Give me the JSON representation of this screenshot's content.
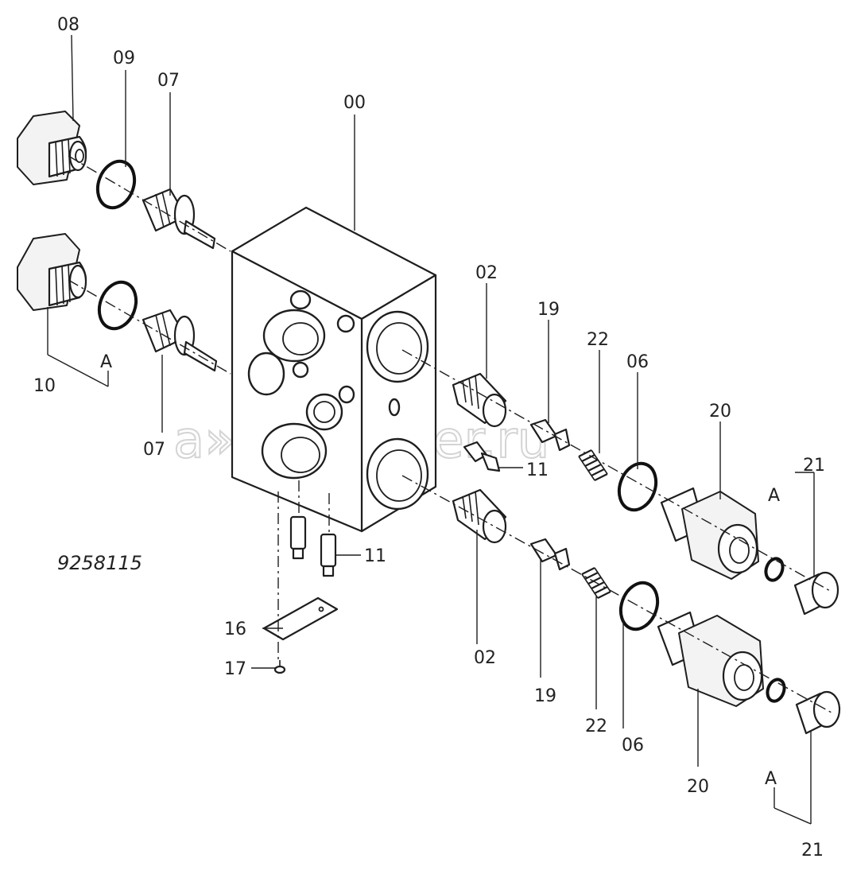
{
  "diagram": {
    "figure_number": "9258115",
    "watermark": "a» autopiter.ru",
    "labels": {
      "l08": "08",
      "l09": "09",
      "l07_top": "07",
      "l00": "00",
      "l10": "10",
      "lA_left": "A",
      "l07_bottom": "07",
      "l02_top": "02",
      "l19_top": "19",
      "l22_top": "22",
      "l06_top": "06",
      "l20_top": "20",
      "l21_top": "21",
      "lA_top_right": "A",
      "l11_right": "11",
      "l11_bottom": "11",
      "l16": "16",
      "l17": "17",
      "l02_bottom": "02",
      "l19_bottom": "19",
      "l22_bottom": "22",
      "l06_bottom": "06",
      "l20_bottom": "20",
      "lA_bottom_right": "A",
      "l21_bottom": "21"
    }
  }
}
